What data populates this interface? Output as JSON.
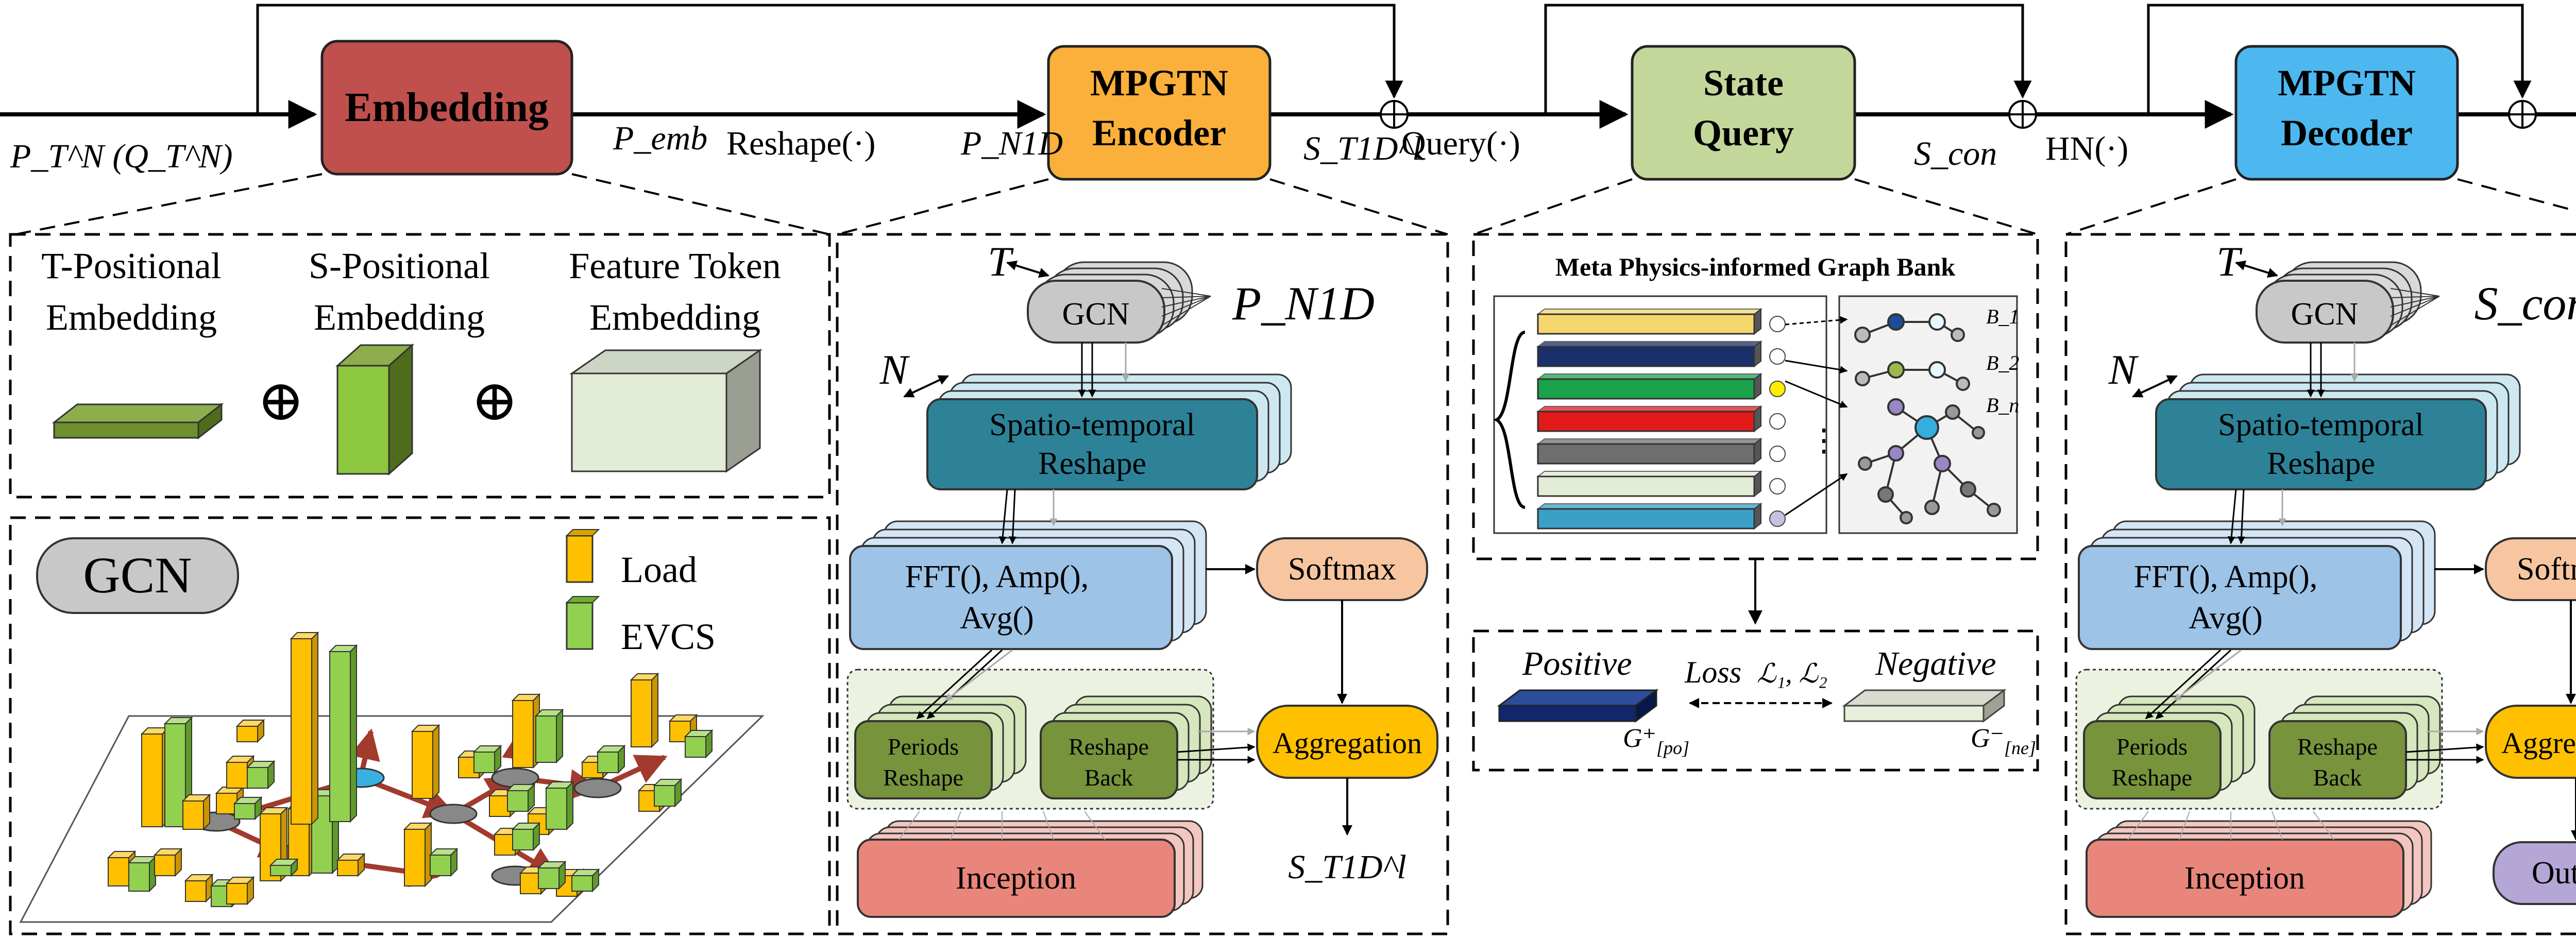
{
  "labels": {
    "input": "P_T^N (Q_T^N)",
    "p_emb": "P_emb",
    "reshape_fn": "Reshape(·)",
    "p_n1d": "P_N1D",
    "s_t1d": "S_T1D^l",
    "query_fn": "Query(·)",
    "s_con": "S_con",
    "hn_fn": "HN(·)"
  },
  "blocks": {
    "embedding": "Embedding",
    "encoder_l1": "MPGTN",
    "encoder_l2": "Encoder",
    "state_l1": "State",
    "state_l2": "Query",
    "decoder_l1": "MPGTN",
    "decoder_l2": "Decoder"
  },
  "embedding_panel": {
    "t_pos_l1": "T-Positional",
    "t_pos_l2": "Embedding",
    "s_pos_l1": "S-Positional",
    "s_pos_l2": "Embedding",
    "feat_l1": "Feature Token",
    "feat_l2": "Embedding",
    "plus_symbol": "⊕"
  },
  "gcn_panel": {
    "badge": "GCN",
    "legend_load": "Load",
    "legend_evcs": "EVCS"
  },
  "encoder_panel": {
    "dim_t": "T",
    "dim_n": "N",
    "input_label": "P_N1D",
    "gcn": "GCN",
    "st_reshape_l1": "Spatio-temporal",
    "st_reshape_l2": "Reshape",
    "fft_l1": "FFT(), Amp(),",
    "fft_l2": "Avg()",
    "softmax": "Softmax",
    "periods_l1": "Periods",
    "periods_l2": "Reshape",
    "reshape_back_l1": "Reshape",
    "reshape_back_l2": "Back",
    "aggregation": "Aggregation",
    "inception": "Inception",
    "output_label": "S_T1D^l"
  },
  "graph_bank": {
    "title": "Meta Physics-informed Graph Bank",
    "b1": "B_1",
    "b2": "B_2",
    "bn": "B_n",
    "ellipsis": "⋮",
    "bar_colors": [
      "#f5d76e",
      "#1a2f6b",
      "#1aa34a",
      "#e21a1a",
      "#6e6e6e",
      "#e3ecd6",
      "#3aa0c8"
    ]
  },
  "contrast": {
    "positive": "Positive",
    "negative": "Negative",
    "loss": "Loss",
    "loss_terms": "ℒ₁, ℒ₂",
    "g_pos": "G⁺",
    "g_pos_sub": "[po]",
    "g_neg": "G⁻",
    "g_neg_sub": "[ne]"
  },
  "decoder_panel": {
    "dim_t": "T",
    "dim_n": "N",
    "input_label": "S_con",
    "gcn": "GCN",
    "st_reshape_l1": "Spatio-temporal",
    "st_reshape_l2": "Reshape",
    "fft_l1": "FFT(), Amp(),",
    "fft_l2": "Avg()",
    "softmax": "Softmax",
    "periods_l1": "Periods",
    "periods_l2": "Reshape",
    "reshape_back_l1": "Reshape",
    "reshape_back_l2": "Back",
    "aggregation": "Aggregation",
    "inception": "Inception",
    "output": "Output"
  },
  "colors": {
    "embedding": "#c0504d",
    "encoder": "#fbb03b",
    "state_query": "#c4d79b",
    "decoder": "#4db8f0",
    "teal": "#2d8298",
    "blue_light": "#9dc3e6",
    "softmax": "#f7c6a0",
    "aggregation": "#ffc000",
    "period_green": "#77933c",
    "inception": "#e8867c",
    "output": "#b4a7d6"
  }
}
